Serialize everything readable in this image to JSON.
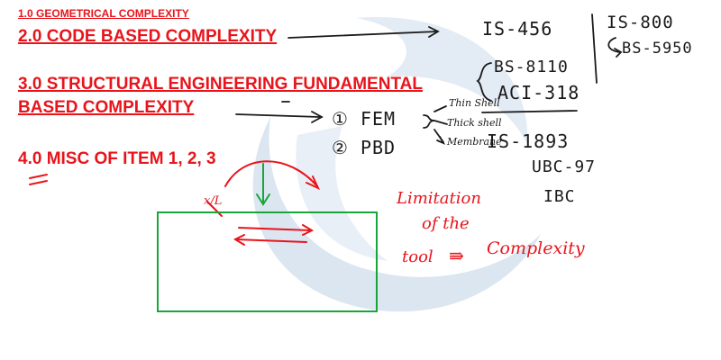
{
  "headings": {
    "h1": "1.0 GEOMETRICAL COMPLEXITY",
    "h2": "2.0 CODE BASED COMPLEXITY",
    "h3_line1": "3.0 STRUCTURAL ENGINEERING FUNDAMENTAL",
    "h3_line2": "BASED COMPLEXITY",
    "h4": "4.0 MISC OF ITEM 1, 2, 3"
  },
  "codes": {
    "is456": "IS-456",
    "is800": "IS-800",
    "bs5950": "BS-5950",
    "bs8110": "BS-8110",
    "aci318": "ACI-318",
    "is1893": "IS-1893",
    "ubc97": "UBC-97",
    "ibc": "IBC"
  },
  "methods": {
    "fem": "① FEM",
    "pbd": "② PBD"
  },
  "shells": {
    "thin": "Thin Shell",
    "thick": "Thick shell",
    "membrane": "Membrane"
  },
  "notes": {
    "limitation_line1": "Limitation",
    "limitation_line2": "of the",
    "tool": "tool",
    "arrow": "⇛",
    "complexity": "Complexity",
    "x_label": "x/L"
  },
  "colors": {
    "heading_red": "#e8141b",
    "ink_black": "#1a1a1a",
    "ink_green": "#19a53a",
    "ink_red": "#e8141b",
    "watermark_blue": "#dbe6f1"
  }
}
